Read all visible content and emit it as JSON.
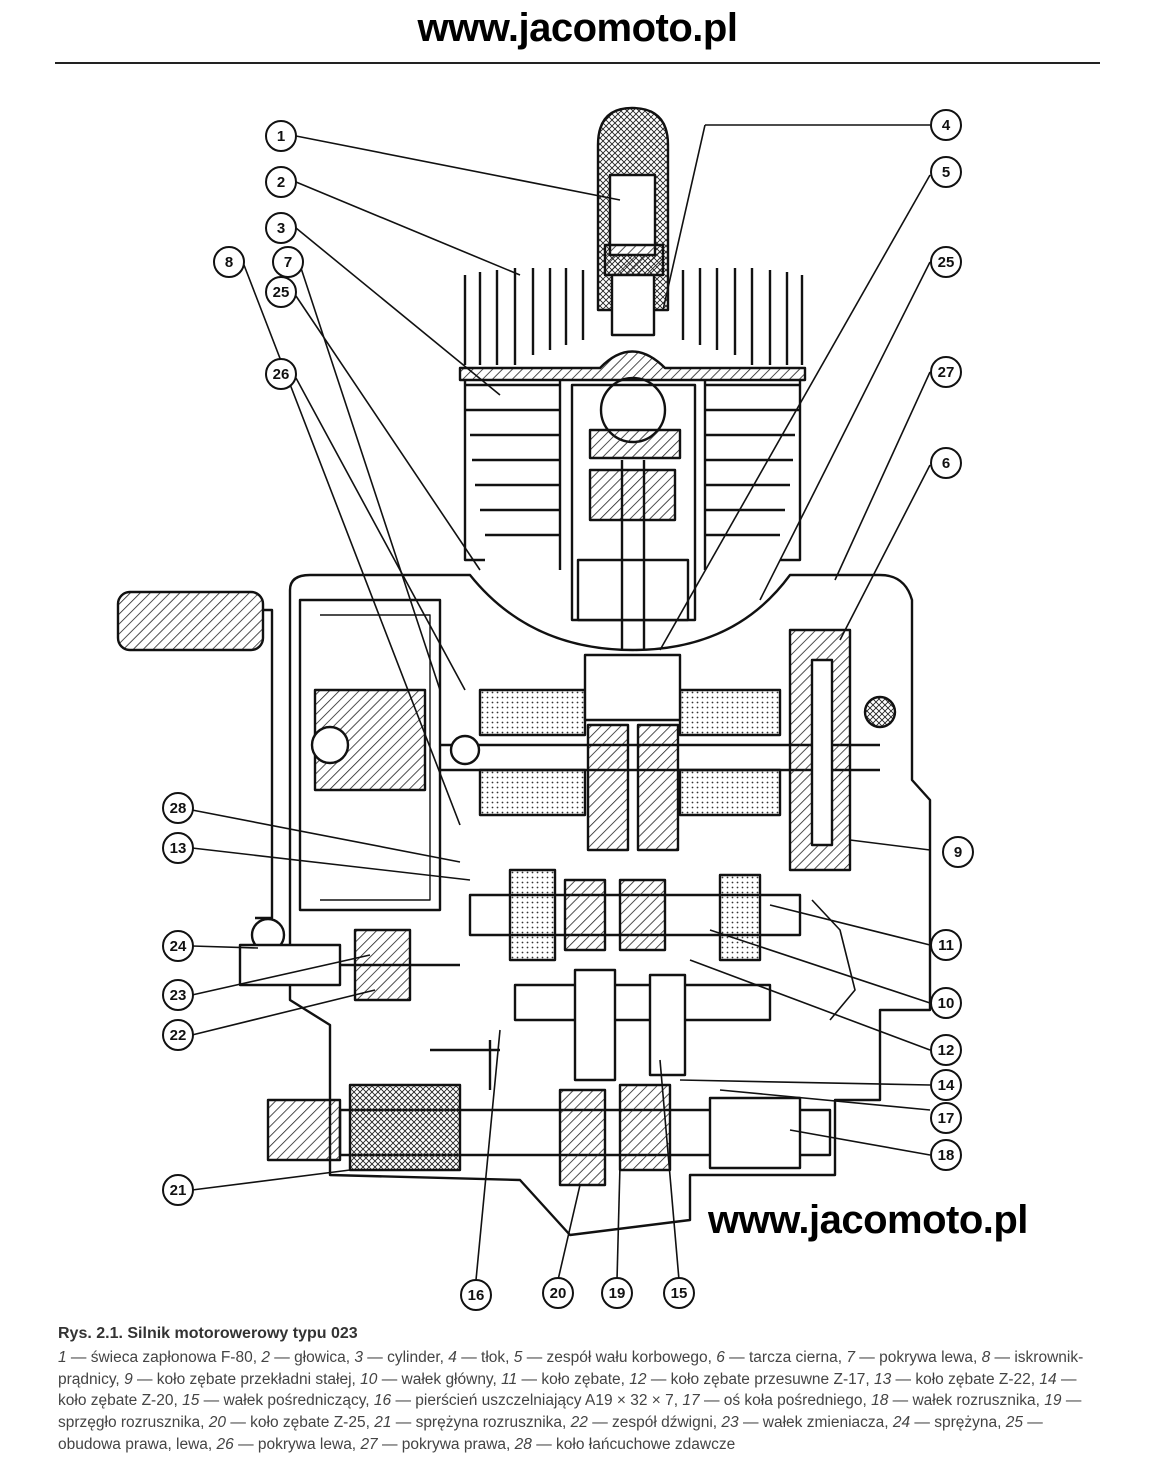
{
  "header_watermark": "www.jacomoto.pl",
  "footer_watermark": "www.jacomoto.pl",
  "callouts": [
    {
      "label": "1",
      "side": "left"
    },
    {
      "label": "2",
      "side": "left"
    },
    {
      "label": "3",
      "side": "left"
    },
    {
      "label": "25",
      "side": "left"
    },
    {
      "label": "26",
      "side": "left"
    },
    {
      "label": "8",
      "side": "left"
    },
    {
      "label": "7",
      "side": "left"
    },
    {
      "label": "28",
      "side": "left"
    },
    {
      "label": "13",
      "side": "left"
    },
    {
      "label": "24",
      "side": "left"
    },
    {
      "label": "23",
      "side": "left"
    },
    {
      "label": "22",
      "side": "left"
    },
    {
      "label": "21",
      "side": "left"
    },
    {
      "label": "4",
      "side": "right"
    },
    {
      "label": "5",
      "side": "right"
    },
    {
      "label": "25",
      "side": "right"
    },
    {
      "label": "27",
      "side": "right"
    },
    {
      "label": "6",
      "side": "right"
    },
    {
      "label": "9",
      "side": "right"
    },
    {
      "label": "11",
      "side": "right"
    },
    {
      "label": "10",
      "side": "right"
    },
    {
      "label": "12",
      "side": "right"
    },
    {
      "label": "14",
      "side": "right"
    },
    {
      "label": "17",
      "side": "right"
    },
    {
      "label": "18",
      "side": "right"
    },
    {
      "label": "16",
      "side": "bottom"
    },
    {
      "label": "20",
      "side": "bottom"
    },
    {
      "label": "19",
      "side": "bottom"
    },
    {
      "label": "15",
      "side": "bottom"
    }
  ],
  "caption": {
    "title": "Rys. 2.1. Silnik motorowerowy typu 023",
    "items": [
      {
        "n": "1",
        "t": "świeca zapłonowa F-80, "
      },
      {
        "n": "2",
        "t": "głowica, "
      },
      {
        "n": "3",
        "t": "cylinder, "
      },
      {
        "n": "4",
        "t": "tłok, "
      },
      {
        "n": "5",
        "t": "zespół wału korbowego, "
      },
      {
        "n": "6",
        "t": "tarcza cierna, "
      },
      {
        "n": "7",
        "t": "pokrywa lewa, "
      },
      {
        "n": "8",
        "t": "iskrownik-prądnicy, "
      },
      {
        "n": "9",
        "t": "koło zębate przekładni stałej, "
      },
      {
        "n": "10",
        "t": "wałek główny, "
      },
      {
        "n": "11",
        "t": "koło zębate, "
      },
      {
        "n": "12",
        "t": "koło zębate przesuwne Z-17, "
      },
      {
        "n": "13",
        "t": "koło zębate Z-22, "
      },
      {
        "n": "14",
        "t": "koło zębate Z-20, "
      },
      {
        "n": "15",
        "t": "wałek pośredniczący, "
      },
      {
        "n": "16",
        "t": "pierścień uszczelniający A19 × 32 × 7, "
      },
      {
        "n": "17",
        "t": "oś koła pośredniego, "
      },
      {
        "n": "18",
        "t": "wałek rozrusznika, "
      },
      {
        "n": "19",
        "t": "sprzęgło rozrusznika, "
      },
      {
        "n": "20",
        "t": "koło zębate Z-25, "
      },
      {
        "n": "21",
        "t": "sprężyna rozrusznika, "
      },
      {
        "n": "22",
        "t": "zespół dźwigni, "
      },
      {
        "n": "23",
        "t": "wałek zmieniacza, "
      },
      {
        "n": "24",
        "t": "sprężyna, "
      },
      {
        "n": "25",
        "t": "obudowa prawa, lewa, "
      },
      {
        "n": "26",
        "t": "pokrywa lewa, "
      },
      {
        "n": "27",
        "t": "pokrywa prawa, "
      },
      {
        "n": "28",
        "t": "koło łańcuchowe zdawcze"
      }
    ]
  },
  "colors": {
    "ink": "#111111",
    "paper": "#ffffff",
    "caption": "#444444"
  }
}
